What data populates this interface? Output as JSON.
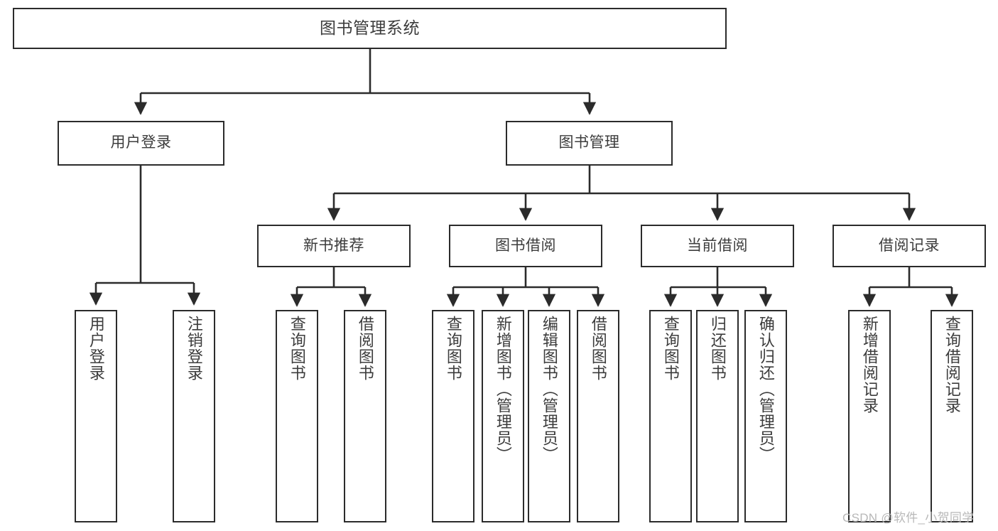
{
  "diagram": {
    "type": "tree-hierarchy",
    "title": "图书管理系统",
    "root": {
      "label": "图书管理系统"
    },
    "level2": [
      {
        "label": "用户登录"
      },
      {
        "label": "图书管理"
      }
    ],
    "level3": [
      {
        "label": "新书推荐"
      },
      {
        "label": "图书借阅"
      },
      {
        "label": "当前借阅"
      },
      {
        "label": "借阅记录"
      }
    ],
    "leaves_user_login": [
      {
        "label": "用户登录"
      },
      {
        "label": "注销登录"
      }
    ],
    "leaves_new_books": [
      {
        "label": "查询图书"
      },
      {
        "label": "借阅图书"
      }
    ],
    "leaves_borrow": [
      {
        "label": "查询图书"
      },
      {
        "label": "新增图书（管理员）"
      },
      {
        "label": "编辑图书（管理员）"
      },
      {
        "label": "借阅图书"
      }
    ],
    "leaves_current": [
      {
        "label": "查询图书"
      },
      {
        "label": "归还图书"
      },
      {
        "label": "确认归还（管理员）"
      }
    ],
    "leaves_records": [
      {
        "label": "新增借阅记录"
      },
      {
        "label": "查询借阅记录"
      }
    ]
  },
  "watermark": {
    "text": "CSDN @软件_小贺同学"
  },
  "colors": {
    "stroke": "#2b2b2b",
    "fill": "#ffffff",
    "text": "#3c3c3c",
    "watermark": "#b8b8b8"
  }
}
